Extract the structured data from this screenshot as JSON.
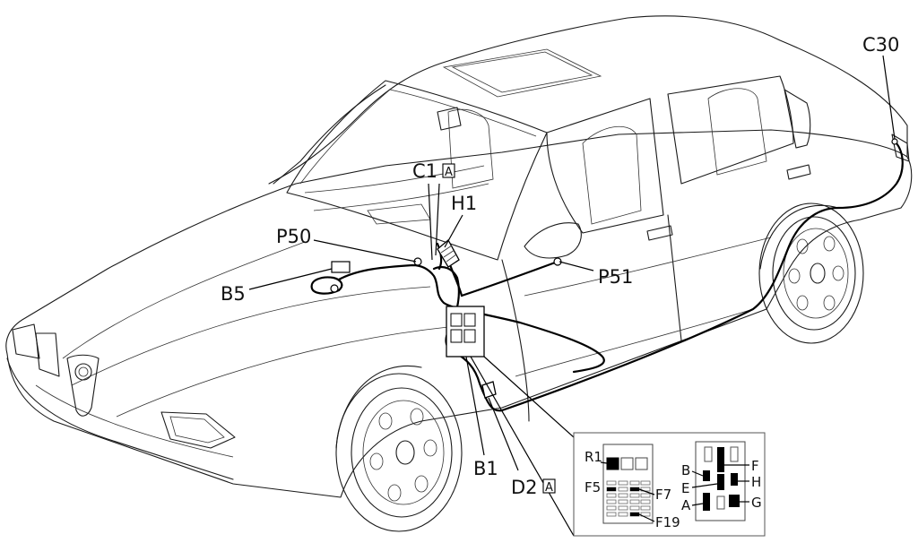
{
  "labels": {
    "c30": "C30",
    "c1": "C1",
    "h1": "H1",
    "p50": "P50",
    "p51": "P51",
    "b5": "B5",
    "b1": "B1",
    "d2": "D2",
    "a_marker": "A"
  },
  "inset": {
    "r1": "R1",
    "f5": "F5",
    "f7": "F7",
    "f19": "F19",
    "a": "A",
    "b": "B",
    "e": "E",
    "f": "F",
    "g": "G",
    "h": "H"
  }
}
